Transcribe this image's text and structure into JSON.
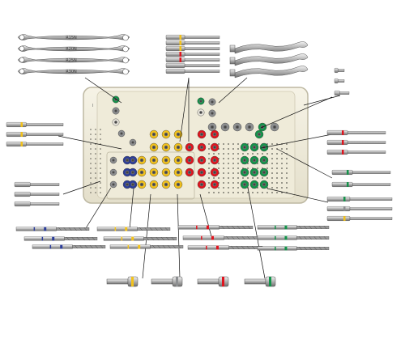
{
  "title": "",
  "wrench_labels": [
    "R15N",
    "R20N",
    "R25N",
    "R30N"
  ],
  "tray": {
    "socket_colors": {
      "yellow": "#f3c21b",
      "red": "#e0141e",
      "green": "#13934a",
      "blue": "#2c3e9a",
      "gray": "#8d8f91",
      "white": "#e9e6dc"
    }
  },
  "tray_label": "I"
}
